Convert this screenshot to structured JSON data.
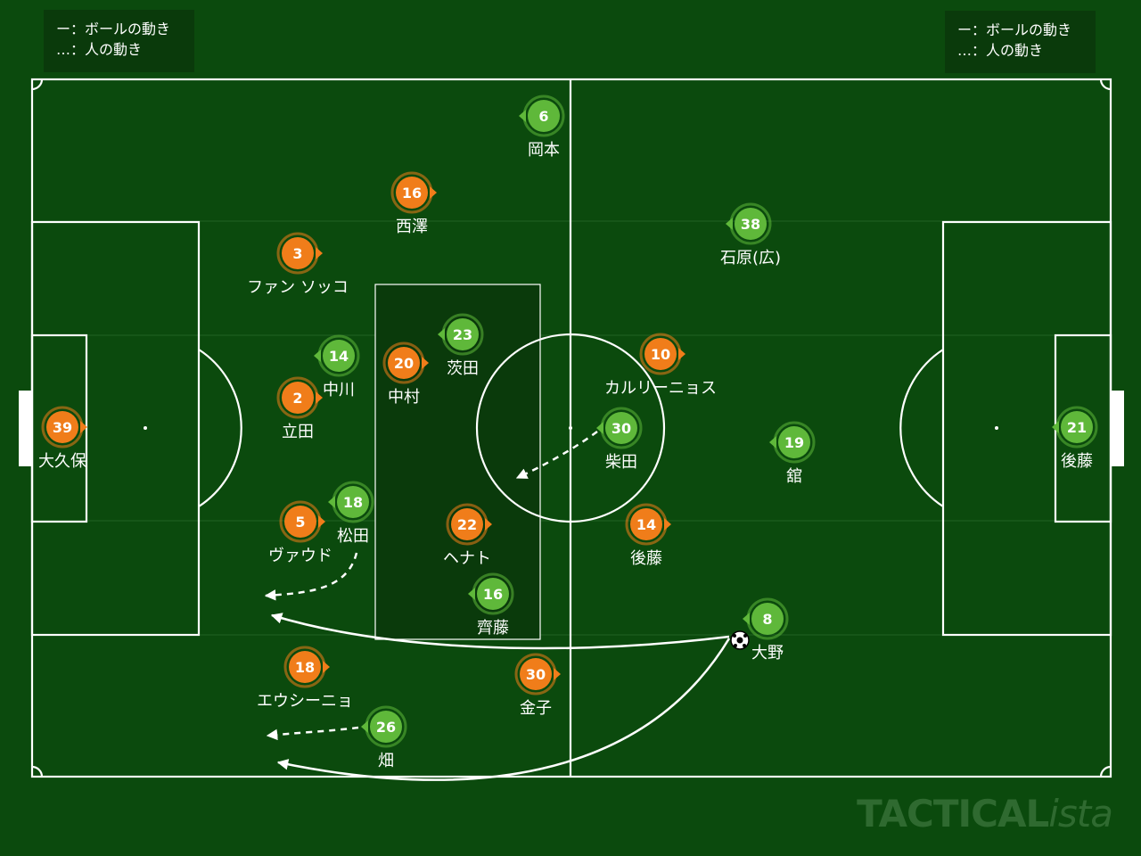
{
  "legend_left": {
    "ball": "ー：ボールの動き",
    "person": "…：人の動き"
  },
  "legend_right": {
    "ball": "ー：ボールの動き",
    "person": "…：人の動き"
  },
  "watermark": {
    "main": "TACTICAL",
    "suffix": "ista"
  },
  "colors": {
    "pitch": "#0b4a0d",
    "lines": "#ffffff",
    "orange_team": "#f07d1a",
    "green_team": "#5fb83a",
    "highlight_zone": "#0a3a0b"
  },
  "players": [
    {
      "team": "orange",
      "number": "39",
      "name": "大久保",
      "facing": "right"
    },
    {
      "team": "orange",
      "number": "16",
      "name": "西澤",
      "facing": "right"
    },
    {
      "team": "orange",
      "number": "3",
      "name": "ファン ソッコ",
      "facing": "right"
    },
    {
      "team": "orange",
      "number": "20",
      "name": "中村",
      "facing": "right"
    },
    {
      "team": "orange",
      "number": "2",
      "name": "立田",
      "facing": "right"
    },
    {
      "team": "orange",
      "number": "5",
      "name": "ヴァウド",
      "facing": "right"
    },
    {
      "team": "orange",
      "number": "22",
      "name": "ヘナト",
      "facing": "right"
    },
    {
      "team": "orange",
      "number": "18",
      "name": "エウシーニョ",
      "facing": "right"
    },
    {
      "team": "orange",
      "number": "30",
      "name": "金子",
      "facing": "right"
    },
    {
      "team": "orange",
      "number": "10",
      "name": "カルリーニョス",
      "facing": "right"
    },
    {
      "team": "orange",
      "number": "14",
      "name": "後藤",
      "facing": "right"
    },
    {
      "team": "green",
      "number": "6",
      "name": "岡本",
      "facing": "left"
    },
    {
      "team": "green",
      "number": "23",
      "name": "茨田",
      "facing": "left"
    },
    {
      "team": "green",
      "number": "14",
      "name": "中川",
      "facing": "left"
    },
    {
      "team": "green",
      "number": "18",
      "name": "松田",
      "facing": "left"
    },
    {
      "team": "green",
      "number": "16",
      "name": "齊藤",
      "facing": "left"
    },
    {
      "team": "green",
      "number": "26",
      "name": "畑",
      "facing": "left"
    },
    {
      "team": "green",
      "number": "30",
      "name": "柴田",
      "facing": "left"
    },
    {
      "team": "green",
      "number": "38",
      "name": "石原(広)",
      "facing": "left"
    },
    {
      "team": "green",
      "number": "19",
      "name": "舘",
      "facing": "left"
    },
    {
      "team": "green",
      "number": "8",
      "name": "大野",
      "facing": "left"
    },
    {
      "team": "green",
      "number": "21",
      "name": "後藤",
      "facing": "left"
    }
  ],
  "movements": [
    {
      "kind": "ball",
      "from": "大野",
      "to": "left-flank-high"
    },
    {
      "kind": "ball",
      "from": "大野",
      "to": "left-flank-low"
    },
    {
      "kind": "person",
      "from": "松田",
      "to": "left-flank-high"
    },
    {
      "kind": "person",
      "from": "畑",
      "to": "left-flank-low"
    },
    {
      "kind": "person",
      "from": "柴田",
      "to": "center-circle"
    }
  ]
}
